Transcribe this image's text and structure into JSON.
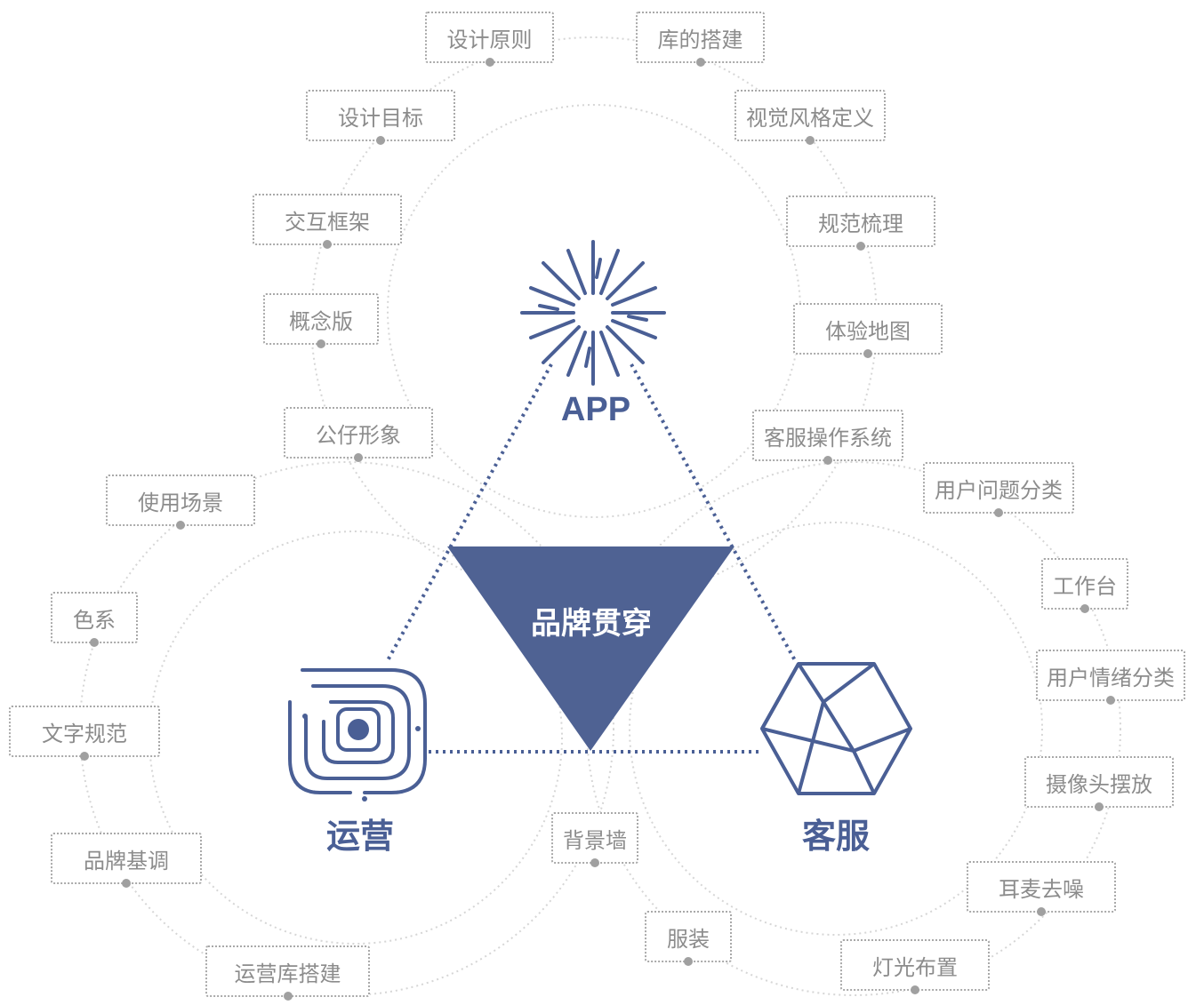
{
  "colors": {
    "brand": "#4a5f95",
    "tag_text": "#8c8c8c",
    "tag_border": "#a9a9a9",
    "ring": "#d6d6d6"
  },
  "hubs": {
    "app": {
      "label": "APP",
      "icon": "starburst-icon"
    },
    "ops": {
      "label": "运营",
      "icon": "maze-icon"
    },
    "service": {
      "label": "客服",
      "icon": "hexagon-wireframe-icon"
    }
  },
  "center": {
    "label": "品牌贯穿"
  },
  "tags": {
    "design_principles": "设计原则",
    "library_build": "库的搭建",
    "design_goals": "设计目标",
    "visual_style": "视觉风格定义",
    "interaction_framework": "交互框架",
    "spec_sorting": "规范梳理",
    "concept_version": "概念版",
    "experience_map": "体验地图",
    "mascot_image": "公仔形象",
    "cs_operating_system": "客服操作系统",
    "usage_scenarios": "使用场景",
    "user_issue_classification": "用户问题分类",
    "color_system": "色系",
    "workbench": "工作台",
    "typography_spec": "文字规范",
    "user_emotion_classification": "用户情绪分类",
    "brand_tone": "品牌基调",
    "camera_placement": "摄像头摆放",
    "ops_library_build": "运营库搭建",
    "headset_noise_reduction": "耳麦去噪",
    "background_wall": "背景墙",
    "uniform": "服装",
    "lighting_layout": "灯光布置"
  }
}
